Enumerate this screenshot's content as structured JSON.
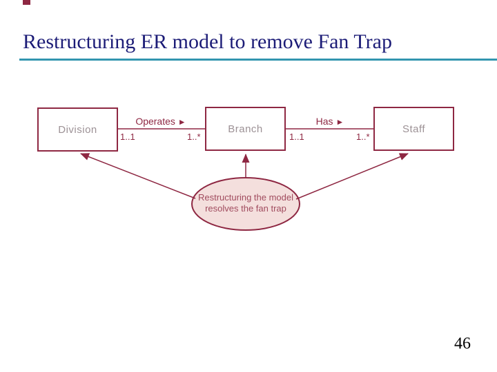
{
  "slide": {
    "title": "Restructuring ER model to remove Fan Trap",
    "page_number": "46"
  },
  "colors": {
    "title_text": "#1C1C77",
    "title_underline": "#3295AF",
    "diagram_maroon": "#8E2742",
    "entity_label_text": "#9C9195",
    "note_fill": "#F4DFDD",
    "note_text": "#A04B5E",
    "page_number_text": "#000000"
  },
  "diagram": {
    "entities": [
      {
        "name": "Division"
      },
      {
        "name": "Branch"
      },
      {
        "name": "Staff"
      }
    ],
    "relationships": [
      {
        "label": "Operates",
        "direction_icon": "►",
        "from_cardinality": "1..1",
        "to_cardinality": "1..*"
      },
      {
        "label": "Has",
        "direction_icon": "►",
        "from_cardinality": "1..1",
        "to_cardinality": "1..*"
      }
    ],
    "note": {
      "line1": "Restructuring the model",
      "line2": "resolves the fan trap"
    }
  }
}
